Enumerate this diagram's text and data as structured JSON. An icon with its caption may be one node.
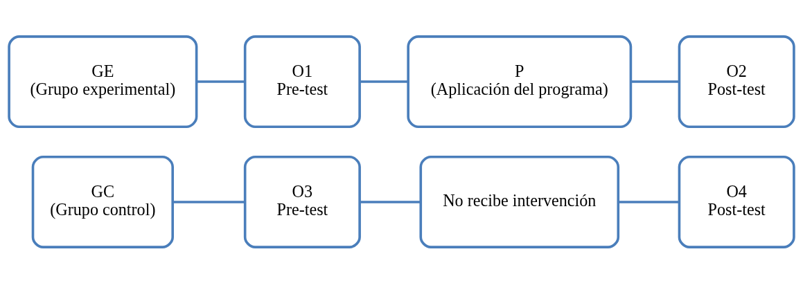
{
  "diagram": {
    "nodes": [
      {
        "text": [
          "GE",
          "(Grupo experimental)"
        ]
      },
      {
        "text": [
          "O1",
          "Pre-test"
        ]
      },
      {
        "text": [
          "P",
          "(Aplicación del programa)"
        ]
      },
      {
        "text": [
          "O2",
          "Post-test"
        ]
      },
      {
        "text": [
          "GC",
          "(Grupo control)"
        ]
      },
      {
        "text": [
          "O3",
          "Pre-test"
        ]
      },
      {
        "text": [
          "No recibe intervención"
        ]
      },
      {
        "text": [
          "O4",
          "Post-test"
        ]
      }
    ],
    "edges": [
      {
        "from": 0,
        "to": 1,
        "arrow": "none"
      },
      {
        "from": 1,
        "to": 2,
        "arrow": "none"
      },
      {
        "from": 2,
        "to": 3,
        "arrow": "none"
      },
      {
        "from": 4,
        "to": 5,
        "arrow": "none"
      },
      {
        "from": 5,
        "to": 6,
        "arrow": "none"
      },
      {
        "from": 6,
        "to": 7,
        "arrow": "none"
      }
    ]
  }
}
